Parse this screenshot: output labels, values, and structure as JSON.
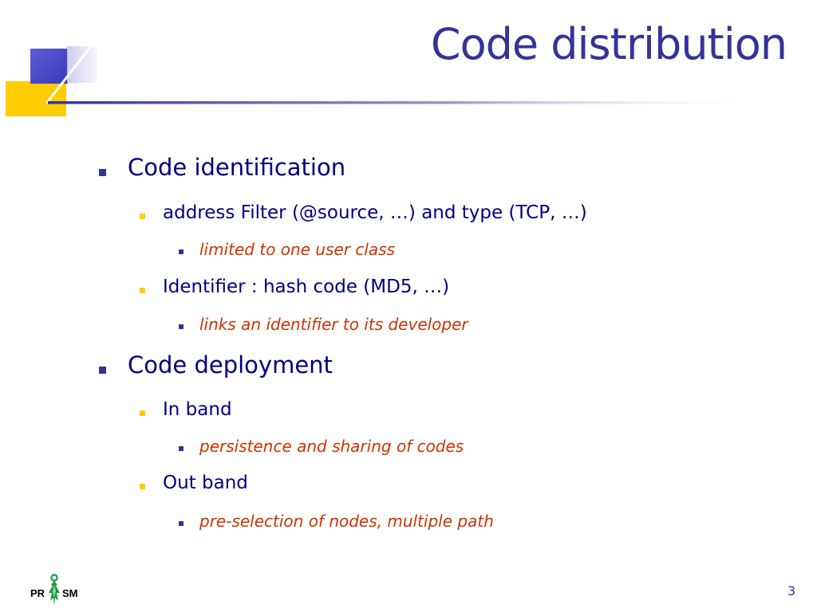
{
  "slide": {
    "title": "Code distribution",
    "page_number": "3"
  },
  "bullets": [
    {
      "level": 1,
      "text": "Code identification"
    },
    {
      "level": 2,
      "text": "address Filter (@source, …) and type (TCP, …)"
    },
    {
      "level": 3,
      "text": "limited to one user class"
    },
    {
      "level": 2,
      "text": "Identifier : hash code (MD5, …)"
    },
    {
      "level": 3,
      "text": "links  an identifier to its developer"
    },
    {
      "level": 1,
      "text": "Code deployment"
    },
    {
      "level": 2,
      "text": "In band"
    },
    {
      "level": 3,
      "text": "persistence and sharing of codes"
    },
    {
      "level": 2,
      "text": "Out band"
    },
    {
      "level": 3,
      "text": "pre-selection of nodes, multiple path"
    }
  ],
  "logo": {
    "text": "PRISM"
  },
  "colors": {
    "title": "#333399",
    "level1_text": "#000080",
    "level2_text": "#000080",
    "level3_text": "#cc3300",
    "bullet_blue": "#333399",
    "bullet_yellow": "#ffcc00",
    "logo_green": "#1a9a3a"
  }
}
